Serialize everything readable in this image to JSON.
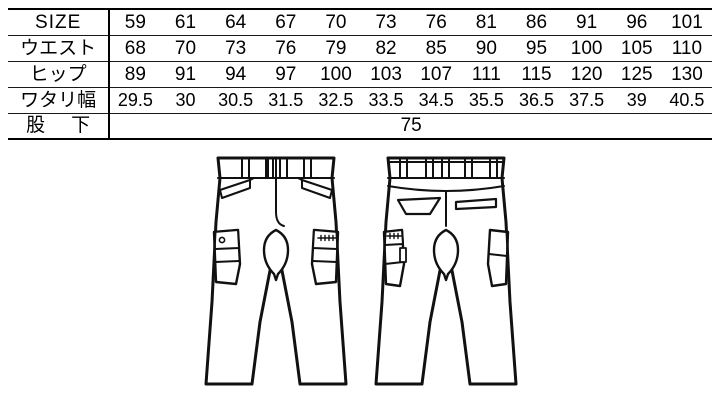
{
  "size_chart": {
    "rows": [
      {
        "label": "SIZE",
        "label_kind": "latin",
        "values": [
          "59",
          "61",
          "64",
          "67",
          "70",
          "73",
          "76",
          "81",
          "86",
          "91",
          "96",
          "101"
        ]
      },
      {
        "label": "ウエスト",
        "label_kind": "jp",
        "values": [
          "68",
          "70",
          "73",
          "76",
          "79",
          "82",
          "85",
          "90",
          "95",
          "100",
          "105",
          "110"
        ]
      },
      {
        "label": "ヒップ",
        "label_kind": "jp",
        "values": [
          "89",
          "91",
          "94",
          "97",
          "100",
          "103",
          "107",
          "111",
          "115",
          "120",
          "125",
          "130"
        ]
      },
      {
        "label": "ワタリ幅",
        "label_kind": "jp",
        "values": [
          "29.5",
          "30",
          "30.5",
          "31.5",
          "32.5",
          "33.5",
          "34.5",
          "35.5",
          "36.5",
          "37.5",
          "39",
          "40.5"
        ]
      }
    ],
    "inseam_row": {
      "label_part1": "股",
      "label_part2": "下",
      "value": "75"
    }
  },
  "illustrations": {
    "front": {
      "name": "pants-front-view",
      "caption": ""
    },
    "back": {
      "name": "pants-back-view",
      "caption": ""
    }
  },
  "colors": {
    "line": "#111111",
    "rule": "#1a1a1a",
    "background": "#ffffff"
  }
}
